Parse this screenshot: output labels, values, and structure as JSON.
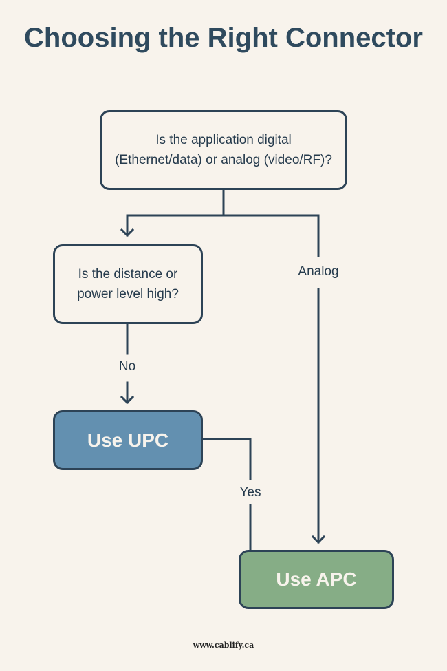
{
  "title": "Choosing the Right Connector",
  "nodes": {
    "q1": "Is the application digital (Ethernet/data) or analog (video/RF)?",
    "q2": "Is the distance or power level high?",
    "upc": "Use UPC",
    "apc": "Use APC"
  },
  "edges": {
    "analog": "Analog",
    "no": "No",
    "yes": "Yes"
  },
  "colors": {
    "line": "#2d4356",
    "upc": "#6390b0",
    "apc": "#86ad86",
    "background": "#f8f3ec"
  },
  "footer": "www.cablify.ca"
}
